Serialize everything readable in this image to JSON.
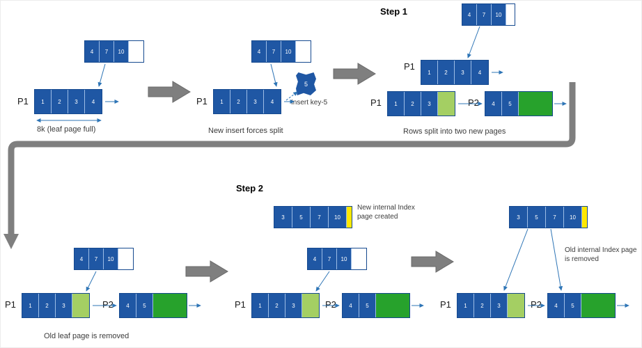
{
  "steps": {
    "step1": "Step 1",
    "step2": "Step 2"
  },
  "labels": {
    "p1": "P1",
    "p2": "P2",
    "insert_key": "Insert key-5",
    "blob_value": "5"
  },
  "captions": {
    "leaf_full": "8k (leaf page full)",
    "insert_split": "New insert forces split",
    "rows_split": "Rows split into two new pages",
    "old_leaf_removed": "Old leaf page is removed",
    "new_internal": "New internal Index page created",
    "old_internal_removed": "Old internal Index page is removed"
  },
  "pages": {
    "index": [
      "4",
      "7",
      "10"
    ],
    "leaf_full": [
      "1",
      "2",
      "3",
      "4"
    ],
    "leaf_left": [
      "1",
      "2",
      "3"
    ],
    "leaf_right": [
      "4",
      "5"
    ],
    "internal_new": [
      "3",
      "5",
      "7",
      "10"
    ]
  },
  "colors": {
    "page_blue": "#1f57a4",
    "light_green": "#a4cf63",
    "dark_green": "#27a22c",
    "yellow": "#ffe800",
    "arrow_blue": "#2e75b6",
    "block_gray": "#7f7f7f"
  }
}
